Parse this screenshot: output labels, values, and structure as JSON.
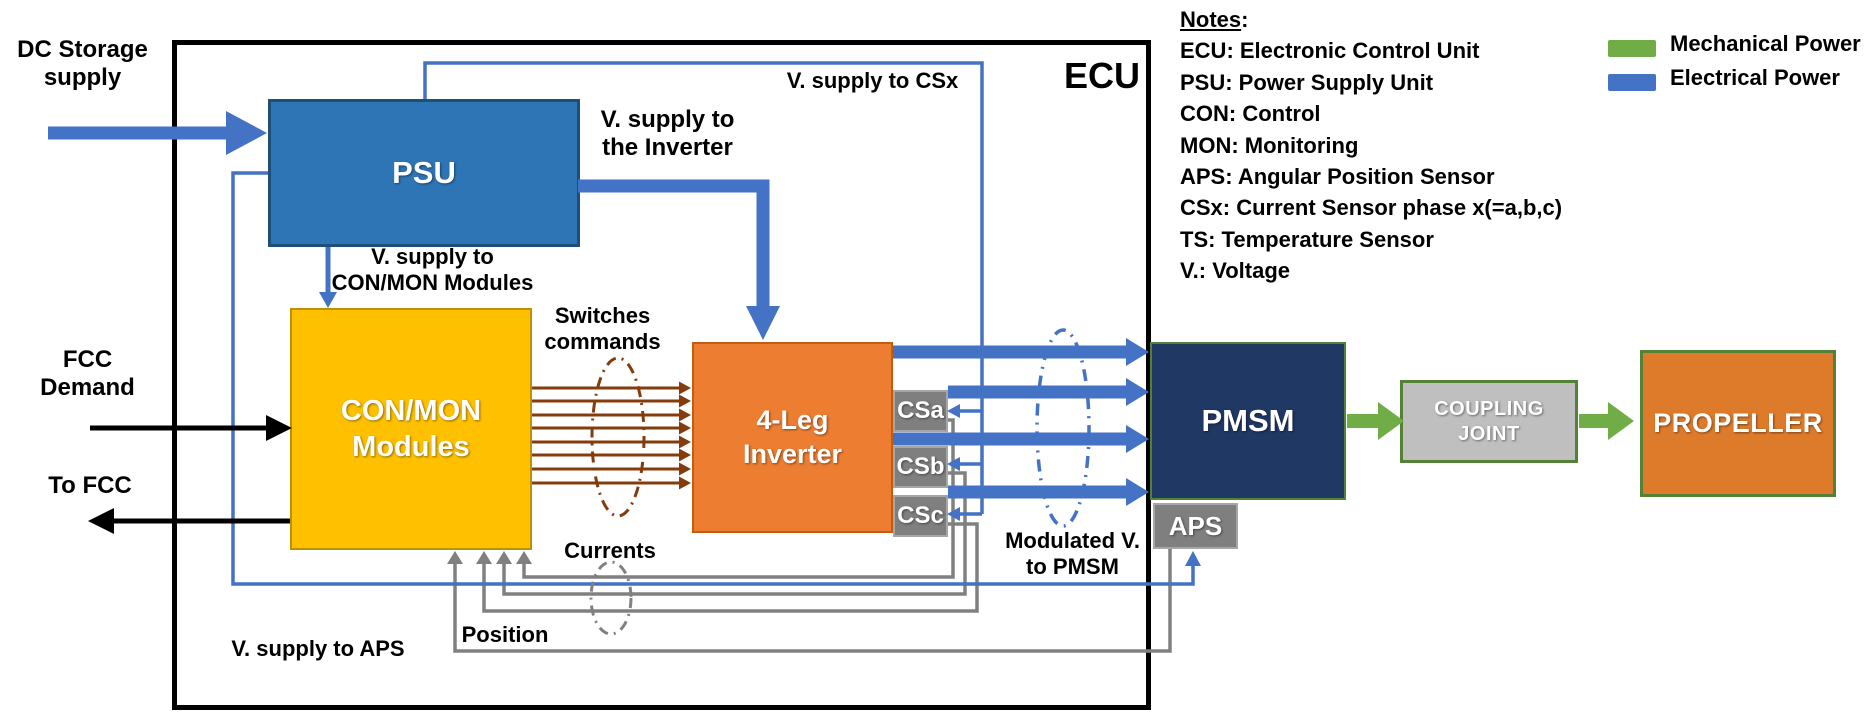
{
  "ecu_label": "ECU",
  "blocks": {
    "psu": "PSU",
    "conmon": "CON/MON\nModules",
    "inverter": "4-Leg\nInverter",
    "csa": "CSa",
    "csb": "CSb",
    "csc": "CSc",
    "pmsm": "PMSM",
    "aps": "APS",
    "coupling": "COUPLING\nJOINT",
    "propeller": "PROPELLER"
  },
  "flow_labels": {
    "dc_storage": "DC Storage\nsupply",
    "fcc_demand": "FCC\nDemand",
    "to_fcc": "To FCC",
    "v_supply_inverter": "V. supply to\nthe Inverter",
    "v_supply_csx": "V. supply to CSx",
    "v_supply_conmon": "V. supply to\nCON/MON Modules",
    "switches_commands": "Switches\ncommands",
    "currents": "Currents",
    "position": "Position",
    "v_supply_aps": "V. supply to APS",
    "modulated_v": "Modulated V.\nto PMSM"
  },
  "notes": {
    "heading": "Notes",
    "colon": ":",
    "items": [
      "ECU: Electronic Control Unit",
      "PSU: Power Supply Unit",
      "CON: Control",
      "MON: Monitoring",
      "APS: Angular Position Sensor",
      "CSx: Current Sensor phase x(=a,b,c)",
      "TS: Temperature Sensor",
      "V.: Voltage"
    ]
  },
  "legend": {
    "mechanical": "Mechanical Power",
    "electrical": "Electrical Power"
  },
  "colors": {
    "electrical_blue": "#4472C4",
    "mechanical_green": "#70AD47",
    "psu_fill": "#2E75B6",
    "conmon_fill": "#FFC000",
    "inverter_fill": "#ED7D31",
    "pmsm_fill": "#1F3864",
    "sensor_gray": "#7F7F7F",
    "coupling_fill": "#BFBFBF",
    "propeller_fill": "#DE7B2A",
    "signal_gray": "#808080",
    "switch_brown": "#843C0C",
    "border_black": "#000000"
  }
}
